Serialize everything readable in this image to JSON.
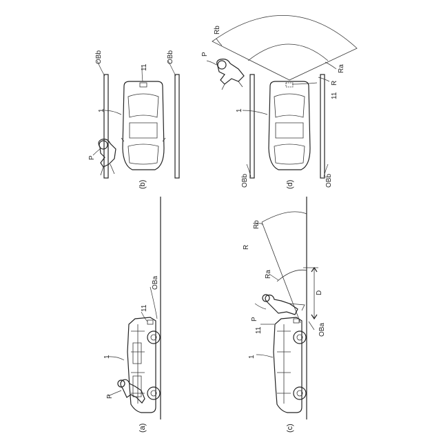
{
  "panels": {
    "a": {
      "caption": "(a)",
      "labels": {
        "vehicle": "1",
        "person": "P",
        "sensor": "11",
        "obstacle": "OBa"
      }
    },
    "b": {
      "caption": "(b)",
      "labels": {
        "vehicle": "1",
        "person": "P",
        "sensor": "11",
        "wall_top": "OBb",
        "wall_bottom": "OBb"
      }
    },
    "c": {
      "caption": "(c)",
      "labels": {
        "vehicle": "1",
        "person": "P",
        "sensor": "11",
        "obstacle": "OBa",
        "range": "R",
        "range_a": "Ra",
        "range_b": "Rb",
        "distance": "D"
      }
    },
    "d": {
      "caption": "(d)",
      "labels": {
        "vehicle": "1",
        "person": "P",
        "sensor": "11",
        "range": "R",
        "range_a": "Ra",
        "range_b": "Rb",
        "wall_top": "OBb",
        "wall_bottom": "OBb"
      }
    }
  }
}
